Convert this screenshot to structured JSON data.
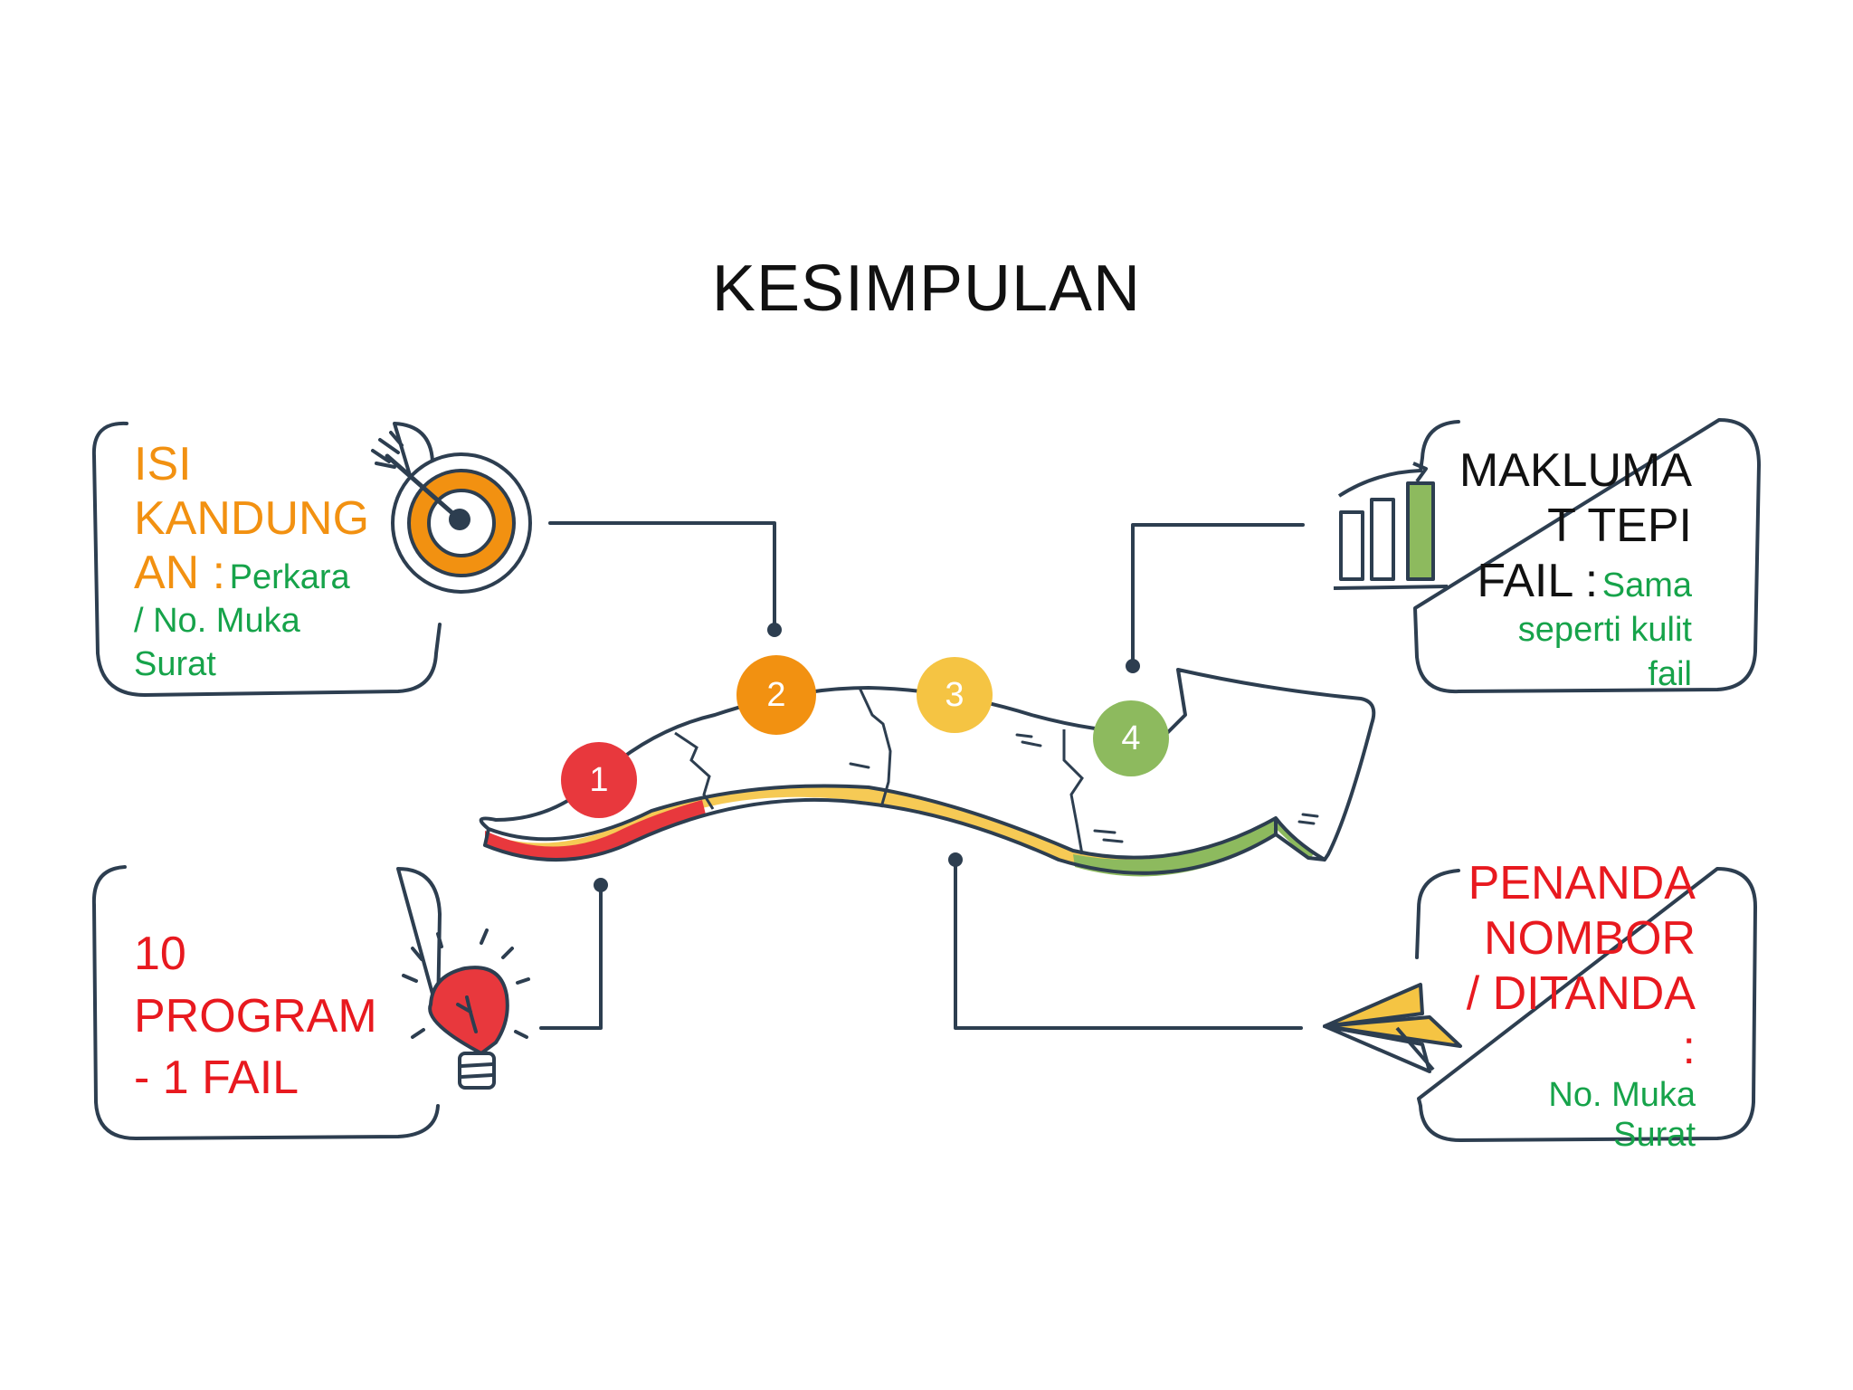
{
  "title": "KESIMPULAN",
  "colors": {
    "step1": "#e8383d",
    "step2": "#f29111",
    "step3": "#f5c443",
    "step4": "#8dba5e",
    "outline": "#2d3e50",
    "green_text": "#16a34a",
    "red_text": "#e8191f",
    "orange_text": "#f29111"
  },
  "steps": [
    "1",
    "2",
    "3",
    "4"
  ],
  "boxes": {
    "top_left": {
      "heading_lines": [
        "ISI",
        "KANDUNG",
        "AN :"
      ],
      "detail_first": "Perkara",
      "detail_lines": [
        "/ No. Muka",
        "Surat"
      ],
      "icon": "target-icon"
    },
    "top_right": {
      "heading_lines": [
        "MAKLUMA",
        "T TEPI",
        "FAIL :"
      ],
      "detail_first": "Sama",
      "detail_lines": [
        "seperti kulit",
        "fail"
      ],
      "icon": "bar-chart-icon"
    },
    "bottom_left": {
      "heading_lines": [
        "10",
        "PROGRAM",
        "- 1 FAIL"
      ],
      "icon": "lightbulb-icon"
    },
    "bottom_right": {
      "heading_lines": [
        "PENANDA",
        "NOMBOR",
        "/ DITANDA",
        ":"
      ],
      "detail_lines": [
        "No. Muka",
        "Surat"
      ],
      "icon": "paper-plane-icon"
    }
  }
}
